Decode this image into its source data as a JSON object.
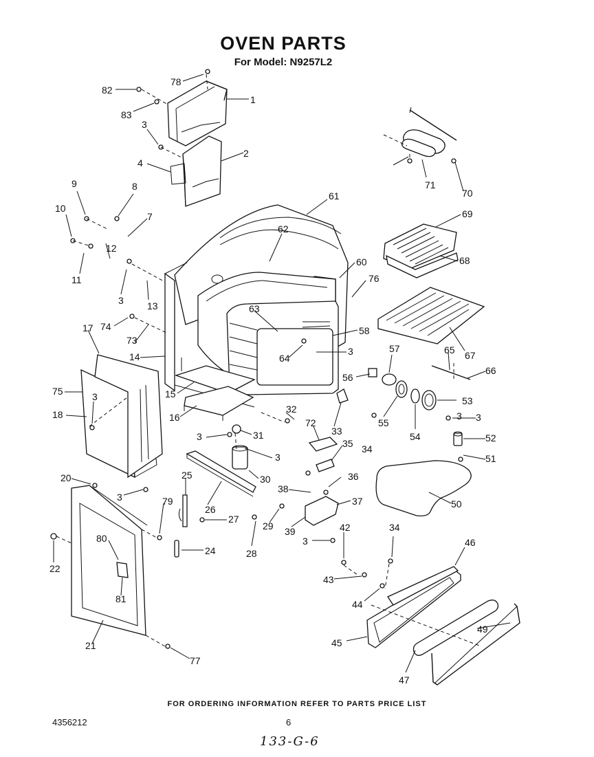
{
  "header": {
    "title": "OVEN PARTS",
    "subtitle": "For Model: N9257L2"
  },
  "callouts": [
    "78",
    "82",
    "1",
    "83",
    "3",
    "2",
    "4",
    "9",
    "8",
    "7",
    "10",
    "12",
    "11",
    "3",
    "13",
    "61",
    "62",
    "71",
    "70",
    "69",
    "68",
    "60",
    "76",
    "63",
    "58",
    "74",
    "73",
    "17",
    "14",
    "64",
    "3",
    "75",
    "3",
    "15",
    "18",
    "16",
    "32",
    "3",
    "31",
    "72",
    "33",
    "35",
    "56",
    "57",
    "3",
    "3",
    "30",
    "55",
    "54",
    "53",
    "3",
    "52",
    "51",
    "20",
    "3",
    "79",
    "25",
    "26",
    "27",
    "38",
    "36",
    "37",
    "29",
    "39",
    "42",
    "34",
    "3",
    "50",
    "80",
    "28",
    "22",
    "43",
    "46",
    "44",
    "81",
    "21",
    "77",
    "24",
    "45",
    "49",
    "47",
    "65",
    "67",
    "66",
    "34"
  ],
  "footer": {
    "ordering_note": "FOR ORDERING INFORMATION REFER TO PARTS PRICE LIST",
    "doc_number": "4356212",
    "page_number": "6",
    "handwritten_note": "133-G-6"
  }
}
